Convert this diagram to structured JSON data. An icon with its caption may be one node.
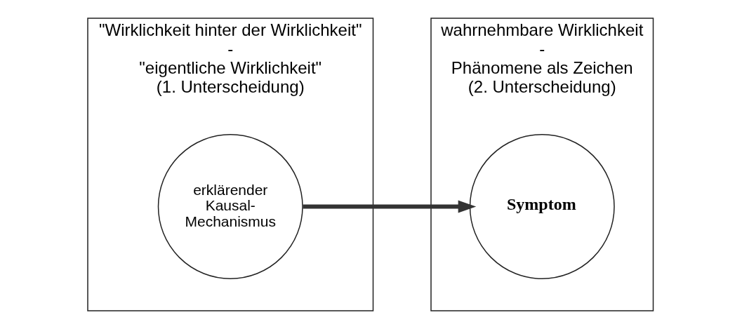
{
  "diagram": {
    "nodes": [
      {
        "text": [
          "\"Wirklichkeit hinter der Wirklichkeit\"",
          "-",
          "\"eigentliche Wirklichkeit\"",
          "(1. Unterscheidung)"
        ]
      },
      {
        "text": [
          "erklärender Kausal- Mechanismus"
        ],
        "in": 0
      },
      {
        "text": [
          "wahrnehmbare Wirklichkeit",
          "-",
          "Phänomene als Zeichen",
          "(2. Unterscheidung)"
        ]
      },
      {
        "text": [
          "Symptom"
        ],
        "in": 2
      }
    ],
    "edges": [
      {
        "from": 1,
        "to": 3,
        "arrow": "to"
      }
    ]
  }
}
